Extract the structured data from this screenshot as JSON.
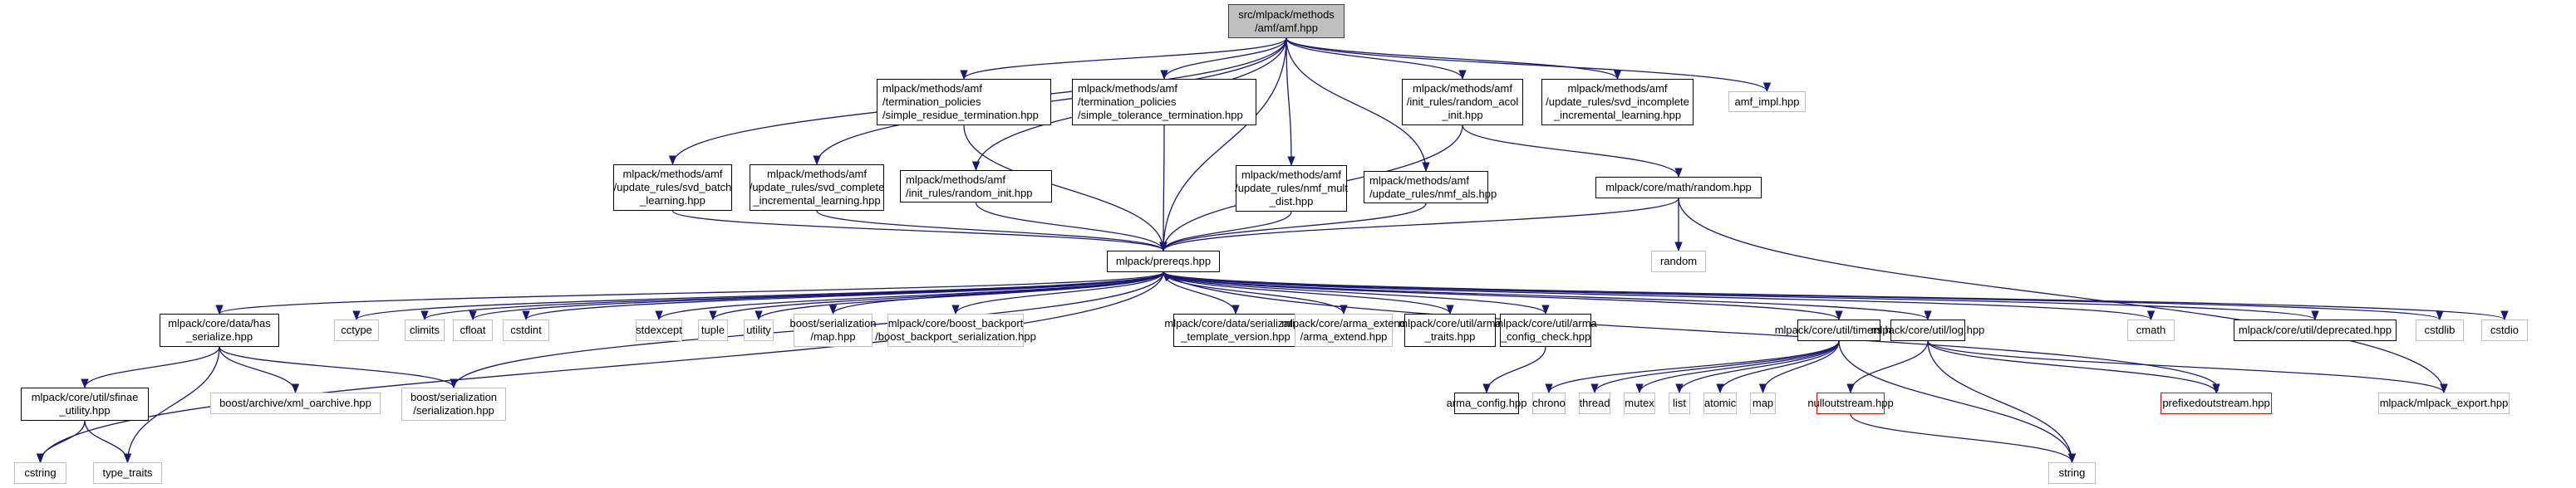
{
  "graph": {
    "title": "src/mlpack/methods/amf/amf.hpp",
    "colors": {
      "edge": "#191970",
      "node_border": "#000000",
      "external_border": "#bfbfbf",
      "missing_border": "#ff0000",
      "root_fill": "#bfbfbf"
    },
    "nodes": [
      {
        "id": "amf",
        "label": "src/mlpack/methods\n/amf/amf.hpp",
        "kind": "root"
      },
      {
        "id": "residue",
        "label": "mlpack/methods/amf\n/termination_policies\n/simple_residue_termination.hpp",
        "kind": "internal"
      },
      {
        "id": "tolerance",
        "label": "mlpack/methods/amf\n/termination_policies\n/simple_tolerance_termination.hpp",
        "kind": "internal"
      },
      {
        "id": "acol",
        "label": "mlpack/methods/amf\n/init_rules/random_acol\n_init.hpp",
        "kind": "internal"
      },
      {
        "id": "svdinc",
        "label": "mlpack/methods/amf\n/update_rules/svd_incomplete\n_incremental_learning.hpp",
        "kind": "internal"
      },
      {
        "id": "amfimpl",
        "label": "amf_impl.hpp",
        "kind": "external"
      },
      {
        "id": "svdbatch",
        "label": "mlpack/methods/amf\n/update_rules/svd_batch\n_learning.hpp",
        "kind": "internal"
      },
      {
        "id": "svdcomp",
        "label": "mlpack/methods/amf\n/update_rules/svd_complete\n_incremental_learning.hpp",
        "kind": "internal"
      },
      {
        "id": "randinit",
        "label": "mlpack/methods/amf\n/init_rules/random_init.hpp",
        "kind": "internal"
      },
      {
        "id": "nmfmult",
        "label": "mlpack/methods/amf\n/update_rules/nmf_mult\n_dist.hpp",
        "kind": "internal"
      },
      {
        "id": "nmfals",
        "label": "mlpack/methods/amf\n/update_rules/nmf_als.hpp",
        "kind": "internal"
      },
      {
        "id": "random",
        "label": "mlpack/core/math/random.hpp",
        "kind": "internal"
      },
      {
        "id": "stdrandom",
        "label": "random",
        "kind": "external"
      },
      {
        "id": "prereqs",
        "label": "mlpack/prereqs.hpp",
        "kind": "internal"
      },
      {
        "id": "hasser",
        "label": "mlpack/core/data/has\n_serialize.hpp",
        "kind": "internal"
      },
      {
        "id": "cctype",
        "label": "cctype",
        "kind": "external"
      },
      {
        "id": "climits",
        "label": "climits",
        "kind": "external"
      },
      {
        "id": "cfloat",
        "label": "cfloat",
        "kind": "external"
      },
      {
        "id": "cstdint",
        "label": "cstdint",
        "kind": "external"
      },
      {
        "id": "stdexcept",
        "label": "stdexcept",
        "kind": "external"
      },
      {
        "id": "tuple",
        "label": "tuple",
        "kind": "external"
      },
      {
        "id": "utility",
        "label": "utility",
        "kind": "external"
      },
      {
        "id": "bmap",
        "label": "boost/serialization\n/map.hpp",
        "kind": "external"
      },
      {
        "id": "backport",
        "label": "mlpack/core/boost_backport\n/boost_backport_serialization.hpp",
        "kind": "external"
      },
      {
        "id": "sertempl",
        "label": "mlpack/core/data/serialization\n_template_version.hpp",
        "kind": "internal"
      },
      {
        "id": "armaext",
        "label": "mlpack/core/arma_extend\n/arma_extend.hpp",
        "kind": "external"
      },
      {
        "id": "armatraits",
        "label": "mlpack/core/util/arma\n_traits.hpp",
        "kind": "internal"
      },
      {
        "id": "armacheck",
        "label": "mlpack/core/util/arma\n_config_check.hpp",
        "kind": "internal"
      },
      {
        "id": "timers",
        "label": "mlpack/core/util/timers.hpp",
        "kind": "internal"
      },
      {
        "id": "log",
        "label": "mlpack/core/util/log.hpp",
        "kind": "internal"
      },
      {
        "id": "cmath",
        "label": "cmath",
        "kind": "external"
      },
      {
        "id": "deprecated",
        "label": "mlpack/core/util/deprecated.hpp",
        "kind": "internal"
      },
      {
        "id": "cstdlib",
        "label": "cstdlib",
        "kind": "external"
      },
      {
        "id": "cstdio",
        "label": "cstdio",
        "kind": "external"
      },
      {
        "id": "sfinae",
        "label": "mlpack/core/util/sfinae\n_utility.hpp",
        "kind": "internal"
      },
      {
        "id": "xmlo",
        "label": "boost/archive/xml_oarchive.hpp",
        "kind": "external"
      },
      {
        "id": "bser",
        "label": "boost/serialization\n/serialization.hpp",
        "kind": "external"
      },
      {
        "id": "armaconfig",
        "label": "arma_config.hpp",
        "kind": "internal"
      },
      {
        "id": "chrono",
        "label": "chrono",
        "kind": "external"
      },
      {
        "id": "thread",
        "label": "thread",
        "kind": "external"
      },
      {
        "id": "mutex",
        "label": "mutex",
        "kind": "external"
      },
      {
        "id": "list",
        "label": "list",
        "kind": "external"
      },
      {
        "id": "atomic",
        "label": "atomic",
        "kind": "external"
      },
      {
        "id": "map",
        "label": "map",
        "kind": "external"
      },
      {
        "id": "nullout",
        "label": "nulloutstream.hpp",
        "kind": "missing"
      },
      {
        "id": "prefixout",
        "label": "prefixedoutstream.hpp",
        "kind": "missing"
      },
      {
        "id": "export",
        "label": "mlpack/mlpack_export.hpp",
        "kind": "external"
      },
      {
        "id": "cstring",
        "label": "cstring",
        "kind": "external"
      },
      {
        "id": "typetraits",
        "label": "type_traits",
        "kind": "external"
      },
      {
        "id": "string",
        "label": "string",
        "kind": "external"
      }
    ],
    "edges": [
      [
        "amf",
        "residue"
      ],
      [
        "amf",
        "tolerance"
      ],
      [
        "amf",
        "acol"
      ],
      [
        "amf",
        "svdinc"
      ],
      [
        "amf",
        "amfimpl"
      ],
      [
        "amf",
        "svdbatch"
      ],
      [
        "amf",
        "svdcomp"
      ],
      [
        "amf",
        "randinit"
      ],
      [
        "amf",
        "nmfmult"
      ],
      [
        "amf",
        "nmfals"
      ],
      [
        "amf",
        "prereqs"
      ],
      [
        "residue",
        "prereqs"
      ],
      [
        "tolerance",
        "prereqs"
      ],
      [
        "acol",
        "prereqs"
      ],
      [
        "acol",
        "random"
      ],
      [
        "svdbatch",
        "prereqs"
      ],
      [
        "svdcomp",
        "prereqs"
      ],
      [
        "randinit",
        "prereqs"
      ],
      [
        "nmfmult",
        "prereqs"
      ],
      [
        "nmfals",
        "prereqs"
      ],
      [
        "random",
        "prereqs"
      ],
      [
        "random",
        "stdrandom"
      ],
      [
        "random",
        "export"
      ],
      [
        "prereqs",
        "hasser"
      ],
      [
        "prereqs",
        "cctype"
      ],
      [
        "prereqs",
        "climits"
      ],
      [
        "prereqs",
        "cfloat"
      ],
      [
        "prereqs",
        "cstdint"
      ],
      [
        "prereqs",
        "stdexcept"
      ],
      [
        "prereqs",
        "tuple"
      ],
      [
        "prereqs",
        "utility"
      ],
      [
        "prereqs",
        "bmap"
      ],
      [
        "prereqs",
        "backport"
      ],
      [
        "prereqs",
        "sertempl"
      ],
      [
        "prereqs",
        "armaext"
      ],
      [
        "prereqs",
        "armatraits"
      ],
      [
        "prereqs",
        "armacheck"
      ],
      [
        "prereqs",
        "timers"
      ],
      [
        "prereqs",
        "log"
      ],
      [
        "prereqs",
        "cmath"
      ],
      [
        "prereqs",
        "deprecated"
      ],
      [
        "prereqs",
        "cstdlib"
      ],
      [
        "prereqs",
        "cstdio"
      ],
      [
        "prereqs",
        "cstring"
      ],
      [
        "prereqs",
        "bser"
      ],
      [
        "hasser",
        "sfinae"
      ],
      [
        "hasser",
        "typetraits"
      ],
      [
        "hasser",
        "xmlo"
      ],
      [
        "hasser",
        "bser"
      ],
      [
        "sfinae",
        "cstring"
      ],
      [
        "sfinae",
        "typetraits"
      ],
      [
        "armacheck",
        "armaconfig"
      ],
      [
        "timers",
        "chrono"
      ],
      [
        "timers",
        "thread"
      ],
      [
        "timers",
        "mutex"
      ],
      [
        "timers",
        "list"
      ],
      [
        "timers",
        "atomic"
      ],
      [
        "timers",
        "map"
      ],
      [
        "timers",
        "string"
      ],
      [
        "log",
        "nullout"
      ],
      [
        "log",
        "prefixout"
      ],
      [
        "log",
        "export"
      ],
      [
        "log",
        "string"
      ],
      [
        "nullout",
        "string"
      ],
      [
        "prefixout",
        "prereqs"
      ]
    ]
  }
}
